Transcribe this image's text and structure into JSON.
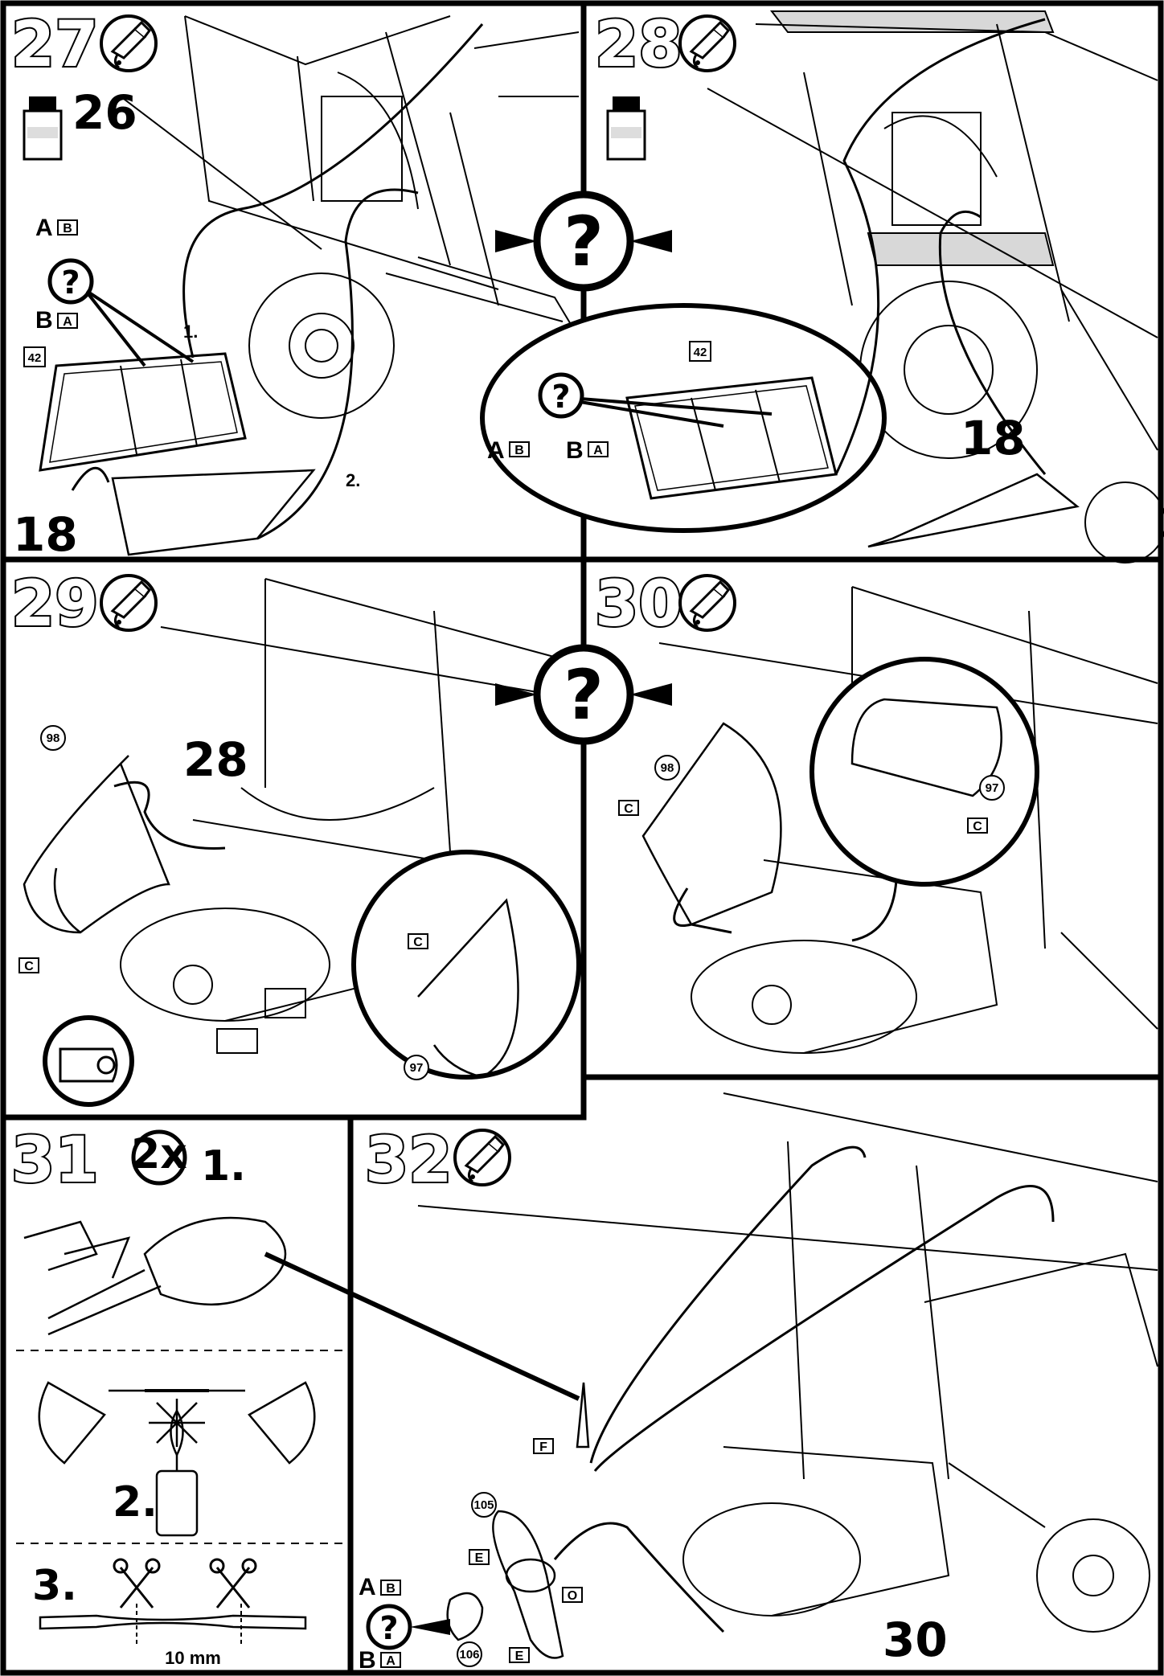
{
  "steps": [
    {
      "id": "27",
      "number": "27",
      "glue_ref": "26",
      "parts": [
        "42",
        "18"
      ],
      "substeps": [
        "1.",
        "2."
      ],
      "options": [
        {
          "letter": "A",
          "tag": "B"
        },
        {
          "letter": "B",
          "tag": "A"
        }
      ]
    },
    {
      "id": "28",
      "number": "28",
      "parts": [
        "42",
        "18"
      ],
      "options": [
        {
          "letter": "A",
          "tag": "B"
        },
        {
          "letter": "B",
          "tag": "A"
        }
      ]
    },
    {
      "id": "29",
      "number": "29",
      "parts": [
        "98",
        "97",
        "28"
      ],
      "tags": [
        "C",
        "C"
      ]
    },
    {
      "id": "30",
      "number": "30",
      "parts": [
        "98",
        "97"
      ],
      "tags": [
        "C",
        "C"
      ]
    },
    {
      "id": "31",
      "number": "31",
      "multiplier": "2x",
      "substeps": [
        "1.",
        "2.",
        "3."
      ],
      "measure": "10 mm"
    },
    {
      "id": "32",
      "number": "32",
      "parts": [
        "105",
        "106",
        "30"
      ],
      "tags": [
        "F",
        "E",
        "O",
        "E"
      ],
      "options": [
        {
          "letter": "A",
          "tag": "B"
        },
        {
          "letter": "B",
          "tag": "A"
        }
      ]
    }
  ],
  "question_mark": "?",
  "colors": {
    "ink": "#000000",
    "paper": "#ffffff",
    "shade": "#d8d8d8"
  },
  "icons": [
    "glue-tube-icon",
    "paint-jar-icon",
    "question-option-icon",
    "tape-icon",
    "scissors-icon",
    "candle-icon"
  ]
}
